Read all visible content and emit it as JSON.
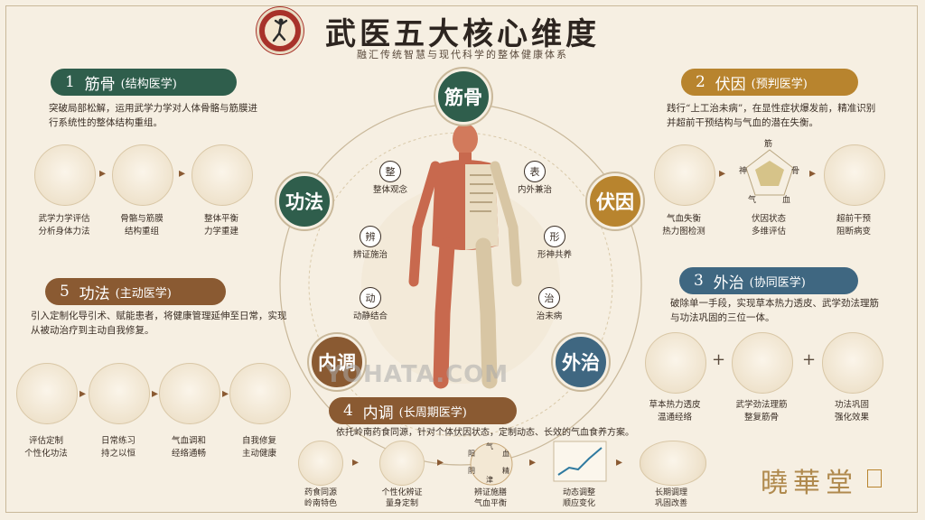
{
  "header": {
    "title": "武医五大核心维度",
    "subtitle": "融汇传统智慧与现代科学的整体健康体系"
  },
  "center": {
    "nodes": {
      "top": "筋骨",
      "left": "功法",
      "right": "伏因",
      "bottom_left": "内调",
      "bottom_right": "外治"
    },
    "mini": [
      {
        "icon": "整",
        "label": "整体观念"
      },
      {
        "icon": "辨",
        "label": "辨证施治"
      },
      {
        "icon": "动",
        "label": "动静结合"
      },
      {
        "icon": "表",
        "label": "内外兼治"
      },
      {
        "icon": "形",
        "label": "形神共养"
      },
      {
        "icon": "治",
        "label": "治未病"
      }
    ]
  },
  "panel1": {
    "num": "1",
    "title": "筋骨",
    "sub": "(结构医学)",
    "desc": "突破局部松解，运用武学力学对人体骨骼与筋膜进行系统性的整体结构重组。",
    "items": [
      {
        "line1": "武学力学评估",
        "line2": "分析身体力法"
      },
      {
        "line1": "骨骼与筋膜",
        "line2": "结构重组"
      },
      {
        "line1": "整体平衡",
        "line2": "力学重建"
      }
    ]
  },
  "panel2": {
    "num": "2",
    "title": "伏因",
    "sub": "(预判医学)",
    "desc": "践行“上工治未病”，在显性症状爆发前，精准识别并超前干预结构与气血的潜在失衡。",
    "radar": {
      "top": "筋",
      "left": "神",
      "right": "骨",
      "bl": "气",
      "br": "血"
    },
    "items": [
      {
        "line1": "气血失衡",
        "line2": "热力图检测"
      },
      {
        "line1": "伏因状态",
        "line2": "多维评估"
      },
      {
        "line1": "超前干预",
        "line2": "阻断病变"
      }
    ]
  },
  "panel3": {
    "num": "3",
    "title": "外治",
    "sub": "(协同医学)",
    "desc": "破除单一手段，实现草本热力透皮、武学劲法理筋与功法巩固的三位一体。",
    "items": [
      {
        "line1": "草本热力透皮",
        "line2": "温通经络"
      },
      {
        "line1": "武学劲法理筋",
        "line2": "整复筋骨"
      },
      {
        "line1": "功法巩固",
        "line2": "强化效果"
      }
    ]
  },
  "panel4": {
    "num": "4",
    "title": "内调",
    "sub": "(长周期医学)",
    "desc": "依托岭南药食同源，针对个体伏因状态，定制动态、长效的气血食养方案。",
    "items": [
      {
        "line1": "药食同源",
        "line2": "岭南特色"
      },
      {
        "line1": "个性化辨证",
        "line2": "量身定制"
      },
      {
        "line1": "辨证施膳",
        "line2": "气血平衡"
      },
      {
        "line1": "动态调整",
        "line2": "顺应变化"
      },
      {
        "line1": "长期调理",
        "line2": "巩固改善"
      }
    ],
    "wheel": [
      "气",
      "血",
      "精",
      "津",
      "阴",
      "阳"
    ]
  },
  "panel5": {
    "num": "5",
    "title": "功法",
    "sub": "(主动医学)",
    "desc": "引入定制化导引术、赋能患者，将健康管理延伸至日常，实现从被动治疗到主动自我修复。",
    "items": [
      {
        "line1": "评估定制",
        "line2": "个性化功法"
      },
      {
        "line1": "日常练习",
        "line2": "持之以恒"
      },
      {
        "line1": "气血调和",
        "line2": "经络通畅"
      },
      {
        "line1": "自我修复",
        "line2": "主动健康"
      }
    ]
  },
  "watermark": "YOHATA.COM",
  "brand": "曉華堂",
  "colors": {
    "green": "#2f5e4c",
    "brown": "#8a5a32",
    "gold": "#b8842e",
    "blue": "#3f6781",
    "background": "#f6efe2"
  }
}
